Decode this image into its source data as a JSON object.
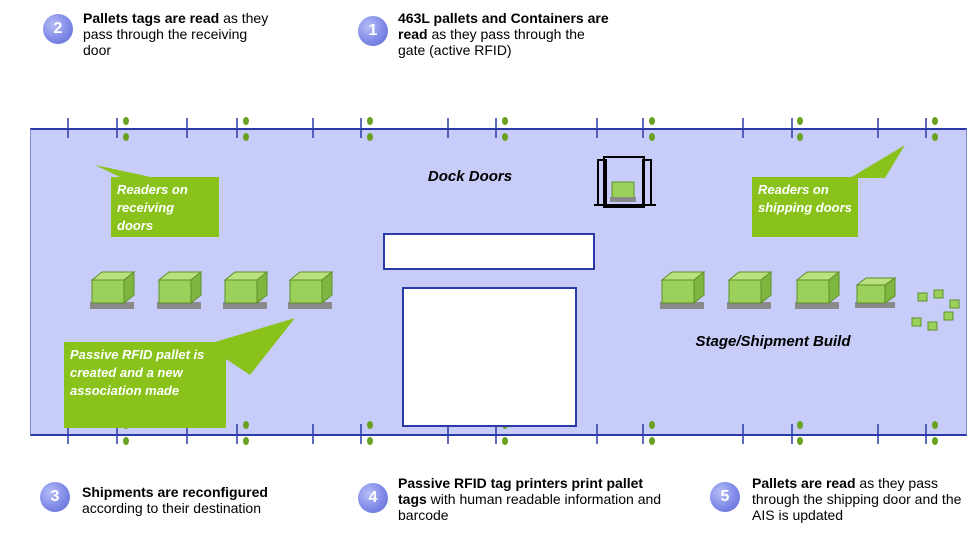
{
  "steps": [
    {
      "num": "1",
      "bold": "463L pallets and Containers are read",
      "rest": " as they pass through the gate (active RFID)"
    },
    {
      "num": "2",
      "bold": "Pallets tags are read",
      "rest": " as they pass through the receiving door"
    },
    {
      "num": "3",
      "bold": "Shipments are reconfigured",
      "rest": " according to their destination"
    },
    {
      "num": "4",
      "bold": "Passive RFID tag printers print pallet tags",
      "rest": " with human readable information and barcode"
    },
    {
      "num": "5",
      "bold": "Pallets are read",
      "rest": "  as they pass through the shipping door and the AIS is updated"
    }
  ],
  "labels": {
    "dock_doors": "Dock Doors",
    "stage": "Stage/Shipment Build"
  },
  "callouts": {
    "receiving": "Readers on receiving doors",
    "shipping": "Readers on shipping doors",
    "association": "Passive RFID pallet is created and a new association made"
  },
  "colors": {
    "floor": "#c8ccf8",
    "border": "#2b3aa7",
    "callout": "#88c21a",
    "reader_dot": "#6aa121",
    "badge": "#7f8ae8",
    "pallet_green": "#9bd05a",
    "pallet_base": "#8a8a8a"
  }
}
